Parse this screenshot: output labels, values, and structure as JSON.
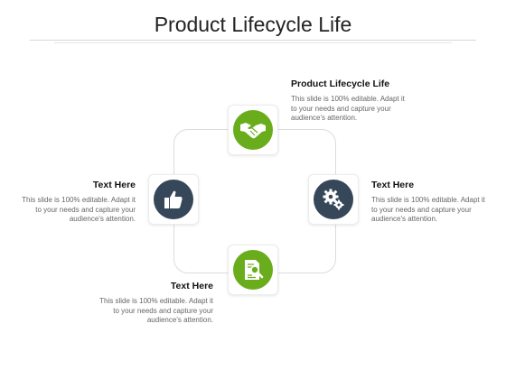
{
  "title": "Product Lifecycle  Life",
  "items": [
    {
      "heading": "Product Lifecycle Life",
      "body": "This slide is 100% editable. Adapt it to your needs and capture your audience's attention.",
      "icon": "handshake-icon",
      "color": "#6aad1c"
    },
    {
      "heading": "Text Here",
      "body": "This slide is 100% editable. Adapt it to your needs and capture your audience's attention.",
      "icon": "gears-icon",
      "color": "#36475a"
    },
    {
      "heading": "Text Here",
      "body": "This slide is 100% editable. Adapt it to your needs and capture your audience's attention.",
      "icon": "document-search-icon",
      "color": "#6aad1c"
    },
    {
      "heading": "Text Here",
      "body": "This slide is 100% editable. Adapt it to your needs and capture your audience's attention.",
      "icon": "thumbs-up-icon",
      "color": "#36475a"
    }
  ]
}
